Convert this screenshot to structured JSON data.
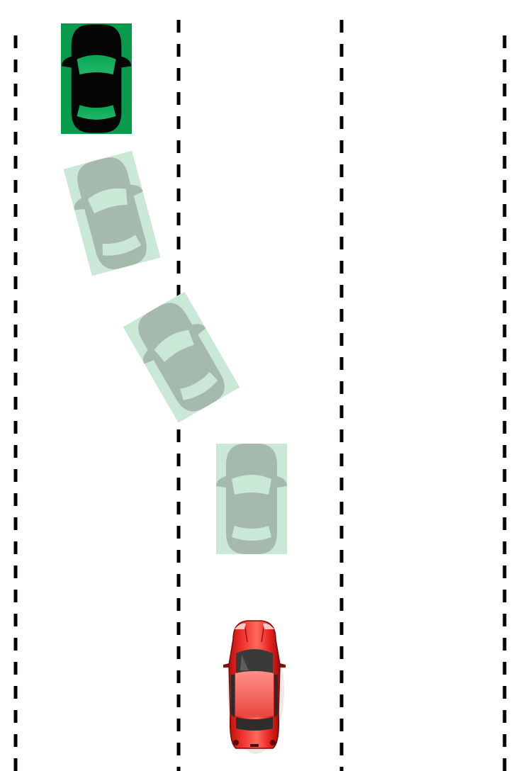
{
  "game": {
    "road": {
      "lane_count": 3,
      "lane_line_style": "dashed",
      "lane_line_color": "#000000",
      "background_color": "#ffffff"
    },
    "player_car": {
      "icon": "red-sports-car-icon",
      "color": "#e8231f",
      "lane": 2
    },
    "target_car": {
      "icon": "black-car-icon",
      "highlight_color": "#079b4b",
      "lane": 1
    },
    "ghost_trail": {
      "icon": "ghost-car-icon",
      "car_color": "#a6b9ad",
      "highlight_color": "#c9e8d6",
      "steps": 3
    }
  }
}
